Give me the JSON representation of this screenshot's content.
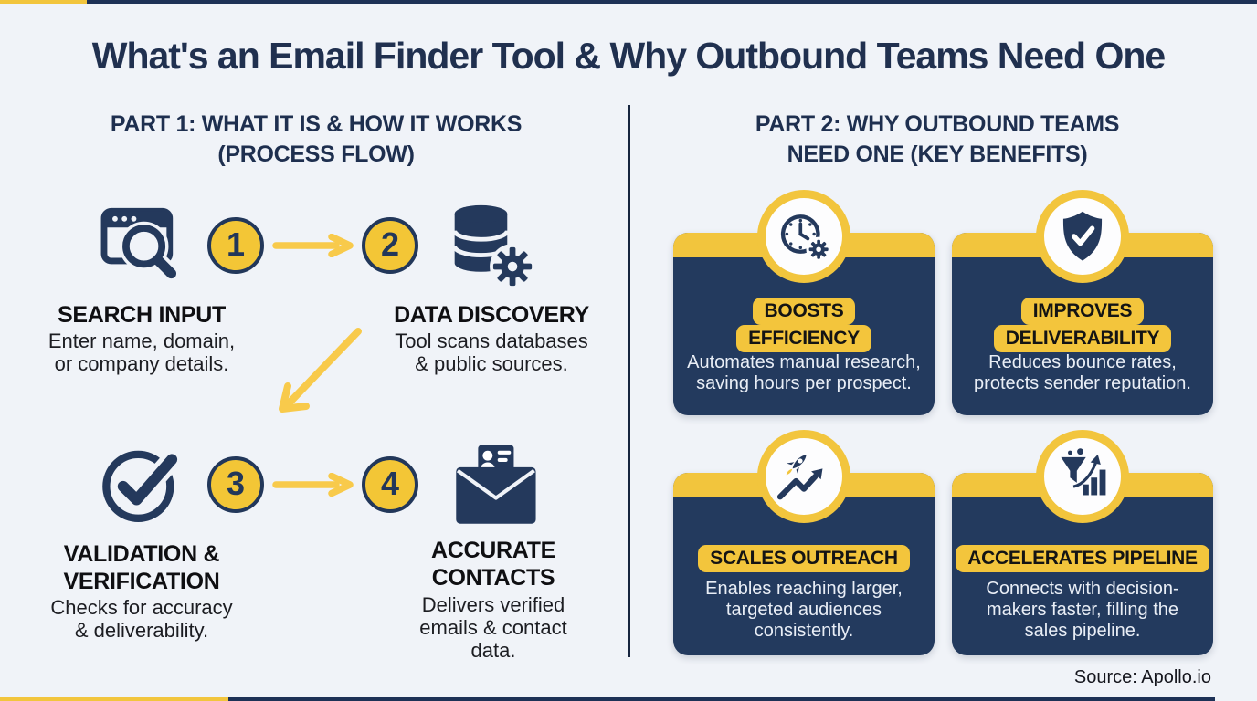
{
  "header": {
    "title": "What's an Email Finder Tool & Why Outbound Teams Need One"
  },
  "colors": {
    "navy": "#233a5e",
    "yellow": "#f2c53d",
    "background": "#f0f3f8"
  },
  "part1": {
    "heading": "PART 1: WHAT IT IS & HOW IT WORKS\n(PROCESS FLOW)",
    "steps": [
      {
        "number": "1",
        "icon": "browser-search-icon",
        "title": "SEARCH INPUT",
        "description": "Enter name, domain,\nor company details."
      },
      {
        "number": "2",
        "icon": "database-gear-icon",
        "title": "DATA DISCOVERY",
        "description": "Tool scans databases\n& public sources."
      },
      {
        "number": "3",
        "icon": "check-circle-icon",
        "title": "VALIDATION &\nVERIFICATION",
        "description": "Checks for accuracy\n& deliverability."
      },
      {
        "number": "4",
        "icon": "envelope-contact-icon",
        "title": "ACCURATE\nCONTACTS",
        "description": "Delivers verified\nemails & contact\ndata."
      }
    ]
  },
  "part2": {
    "heading": "PART 2: WHY OUTBOUND TEAMS\nNEED ONE (KEY BENEFITS)",
    "benefits": [
      {
        "icon": "clock-gear-icon",
        "badge_lines": [
          "BOOSTS",
          "EFFICIENCY"
        ],
        "description": "Automates manual research,\nsaving hours per prospect."
      },
      {
        "icon": "shield-check-icon",
        "badge_lines": [
          "IMPROVES",
          "DELIVERABILITY"
        ],
        "description": "Reduces bounce rates,\nprotects sender reputation."
      },
      {
        "icon": "rocket-growth-icon",
        "badge_lines": [
          "SCALES OUTREACH"
        ],
        "description": "Enables reaching larger,\ntargeted audiences\nconsistently."
      },
      {
        "icon": "funnel-chart-icon",
        "badge_lines": [
          "ACCELERATES PIPELINE"
        ],
        "description": "Connects with decision-\nmakers faster, filling the\nsales pipeline."
      }
    ]
  },
  "footer": {
    "source": "Source: Apollo.io"
  }
}
